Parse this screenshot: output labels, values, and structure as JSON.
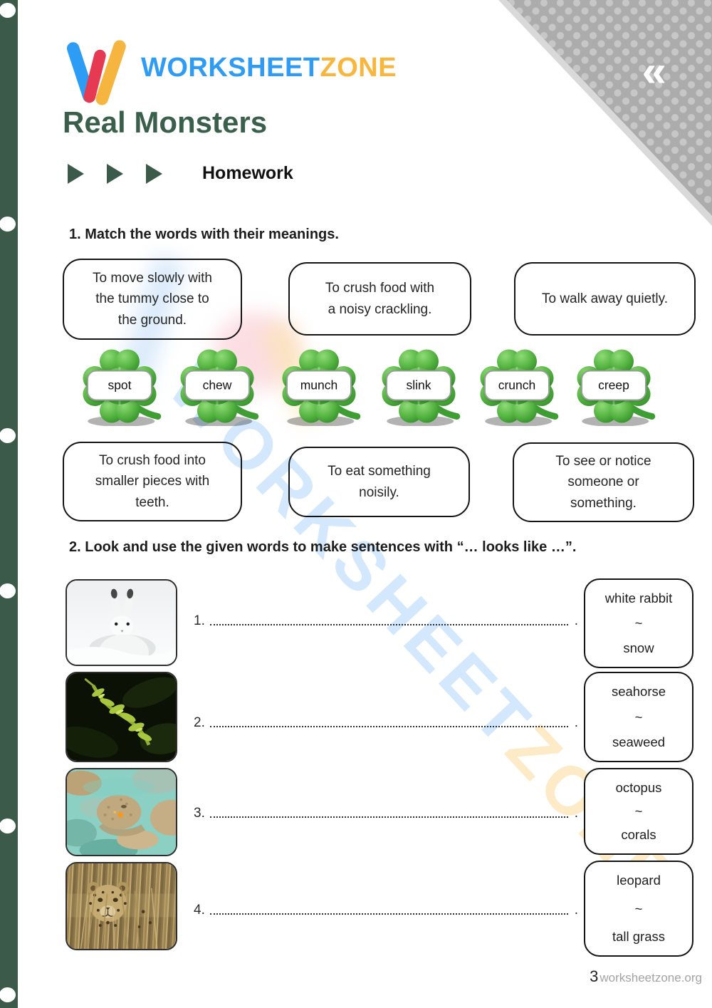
{
  "brand": {
    "wordmark_blue": "WORKSHEET",
    "wordmark_yellow": "ZONE",
    "logo_colors": {
      "blue": "#2D9CF4",
      "red": "#E63A52",
      "yellow": "#F5B53F"
    }
  },
  "decor": {
    "chevrons": "«"
  },
  "watermark": {
    "part1": "WORKSHEET",
    "part2": "ZONE"
  },
  "page": {
    "title": "Real Monsters",
    "section_label": "Homework",
    "page_number": "3",
    "footer_site": "worksheetzone.org",
    "accent_green": "#3A5F4B"
  },
  "exercise1": {
    "heading": "1. Match the words with their meanings.",
    "definitions_top": [
      {
        "lines": [
          "To move slowly with",
          "the tummy close to",
          "the ground."
        ]
      },
      {
        "lines": [
          "To crush food with",
          "a noisy crackling."
        ]
      },
      {
        "lines": [
          "To walk away quietly."
        ]
      }
    ],
    "words": [
      "spot",
      "chew",
      "munch",
      "slink",
      "crunch",
      "creep"
    ],
    "definitions_bottom": [
      {
        "lines": [
          "To crush food into",
          "smaller pieces with",
          "teeth."
        ]
      },
      {
        "lines": [
          "To eat something",
          "noisily."
        ]
      },
      {
        "lines": [
          "To see or notice",
          "someone or",
          "something."
        ]
      }
    ]
  },
  "exercise2": {
    "heading": "2. Look and use the given words to make sentences with “… looks like …”.",
    "line_end": ".",
    "rows": [
      {
        "number": "1.",
        "sep": "~",
        "word_top": "white rabbit",
        "word_bottom": "snow"
      },
      {
        "number": "2.",
        "sep": "~",
        "word_top": "seahorse",
        "word_bottom": "seaweed"
      },
      {
        "number": "3.",
        "sep": "~",
        "word_top": "octopus",
        "word_bottom": "corals"
      },
      {
        "number": "4.",
        "sep": "~",
        "word_top": "leopard",
        "word_bottom": "tall grass"
      }
    ]
  }
}
